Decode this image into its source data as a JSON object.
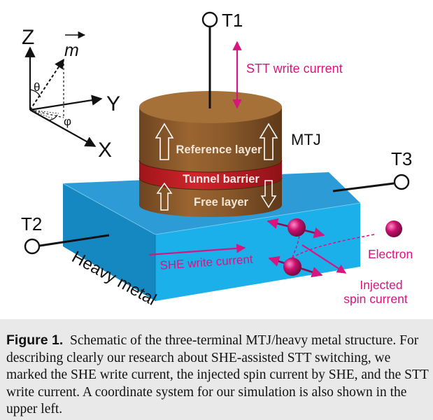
{
  "diagram": {
    "axes": {
      "z": "Z",
      "y": "Y",
      "x": "X",
      "m": "m",
      "theta": "θ",
      "phi": "φ"
    },
    "terminals": {
      "t1": "T1",
      "t2": "T2",
      "t3": "T3"
    },
    "labels": {
      "stt_write_current": "STT write current",
      "mtj": "MTJ",
      "reference_layer": "Reference layer",
      "tunnel_barrier": "Tunnel barrier",
      "free_layer": "Free layer",
      "heavy_metal": "Heavy metal",
      "she_write_current": "SHE write current",
      "electron": "Electron",
      "injected_line1": "Injected",
      "injected_line2": "spin current"
    },
    "colors": {
      "magenta": "#d6157f",
      "slab_top": "#2c9bd6",
      "slab_front": "#1bb0ea",
      "slab_side": "#1588c1",
      "mtj_brown": "#8b5a2b",
      "mtj_top": "#a57138",
      "barrier_red": "#c42127"
    }
  },
  "caption": {
    "label": "Figure 1.",
    "text": "Schematic of the three-terminal MTJ/heavy metal structure. For describing clearly our research about SHE-assisted STT switching, we marked the SHE write current, the injected spin current by SHE, and the STT write current. A coordinate system for our simulation is also shown in the upper left."
  }
}
